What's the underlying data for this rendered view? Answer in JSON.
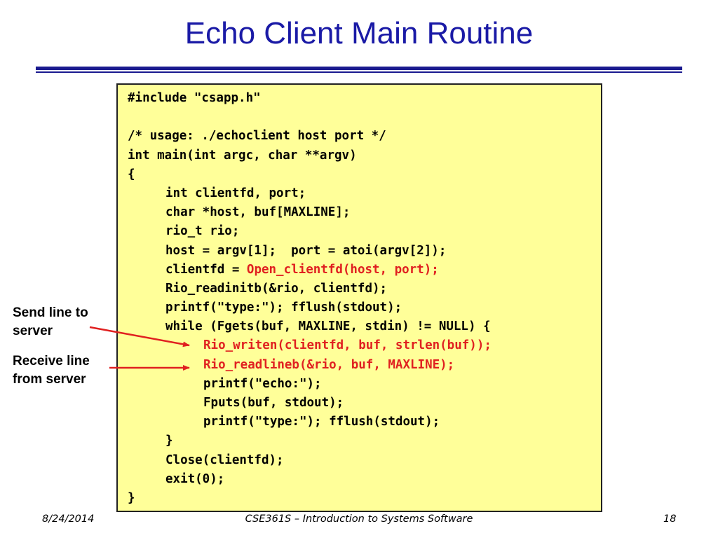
{
  "slide": {
    "title": "Echo Client Main Routine"
  },
  "code_lines": [
    {
      "indent": 0,
      "segments": [
        {
          "text": "#include \"csapp.h\"",
          "highlight": false
        }
      ]
    },
    {
      "indent": 0,
      "segments": [
        {
          "text": "",
          "highlight": false
        }
      ]
    },
    {
      "indent": 0,
      "segments": [
        {
          "text": "/* usage: ./echoclient host port */",
          "highlight": false
        }
      ]
    },
    {
      "indent": 0,
      "segments": [
        {
          "text": "int main(int argc, char **argv)",
          "highlight": false
        }
      ]
    },
    {
      "indent": 0,
      "segments": [
        {
          "text": "{",
          "highlight": false
        }
      ]
    },
    {
      "indent": 1,
      "segments": [
        {
          "text": "int clientfd, port;",
          "highlight": false
        }
      ]
    },
    {
      "indent": 1,
      "segments": [
        {
          "text": "char *host, buf[MAXLINE];",
          "highlight": false
        }
      ]
    },
    {
      "indent": 1,
      "segments": [
        {
          "text": "rio_t rio;",
          "highlight": false
        }
      ]
    },
    {
      "indent": 1,
      "segments": [
        {
          "text": "host = argv[1];  port = atoi(argv[2]);",
          "highlight": false
        }
      ]
    },
    {
      "indent": 1,
      "segments": [
        {
          "text": "clientfd = ",
          "highlight": false
        },
        {
          "text": "Open_clientfd(host, port);",
          "highlight": true
        }
      ]
    },
    {
      "indent": 1,
      "segments": [
        {
          "text": "Rio_readinitb(&rio, clientfd);",
          "highlight": false
        }
      ]
    },
    {
      "indent": 1,
      "segments": [
        {
          "text": "printf(\"type:\"); fflush(stdout);",
          "highlight": false
        }
      ]
    },
    {
      "indent": 1,
      "segments": [
        {
          "text": "while (Fgets(buf, MAXLINE, stdin) != NULL) {",
          "highlight": false
        }
      ]
    },
    {
      "indent": 2,
      "segments": [
        {
          "text": "Rio_writen(clientfd, buf, strlen(buf));",
          "highlight": true
        }
      ]
    },
    {
      "indent": 2,
      "segments": [
        {
          "text": "Rio_readlineb(&rio, buf, MAXLINE);",
          "highlight": true
        }
      ]
    },
    {
      "indent": 2,
      "segments": [
        {
          "text": "printf(\"echo:\");",
          "highlight": false
        }
      ]
    },
    {
      "indent": 2,
      "segments": [
        {
          "text": "Fputs(buf, stdout);",
          "highlight": false
        }
      ]
    },
    {
      "indent": 2,
      "segments": [
        {
          "text": "printf(\"type:\"); fflush(stdout);",
          "highlight": false
        }
      ]
    },
    {
      "indent": 1,
      "segments": [
        {
          "text": "}",
          "highlight": false
        }
      ]
    },
    {
      "indent": 1,
      "segments": [
        {
          "text": "Close(clientfd);",
          "highlight": false
        }
      ]
    },
    {
      "indent": 1,
      "segments": [
        {
          "text": "exit(0);",
          "highlight": false
        }
      ]
    },
    {
      "indent": 0,
      "segments": [
        {
          "text": "}",
          "highlight": false
        }
      ]
    }
  ],
  "annotations": {
    "send": {
      "line1": "Send line to",
      "line2": "server"
    },
    "receive": {
      "line1": "Receive line",
      "line2": "from server"
    }
  },
  "footer": {
    "date": "8/24/2014",
    "course": "CSE361S – Introduction to Systems Software",
    "page_number": "18"
  },
  "colors": {
    "title": "#1a1aa6",
    "code_background": "#ffff99",
    "highlight": "#e02020",
    "arrow": "#e02020"
  }
}
